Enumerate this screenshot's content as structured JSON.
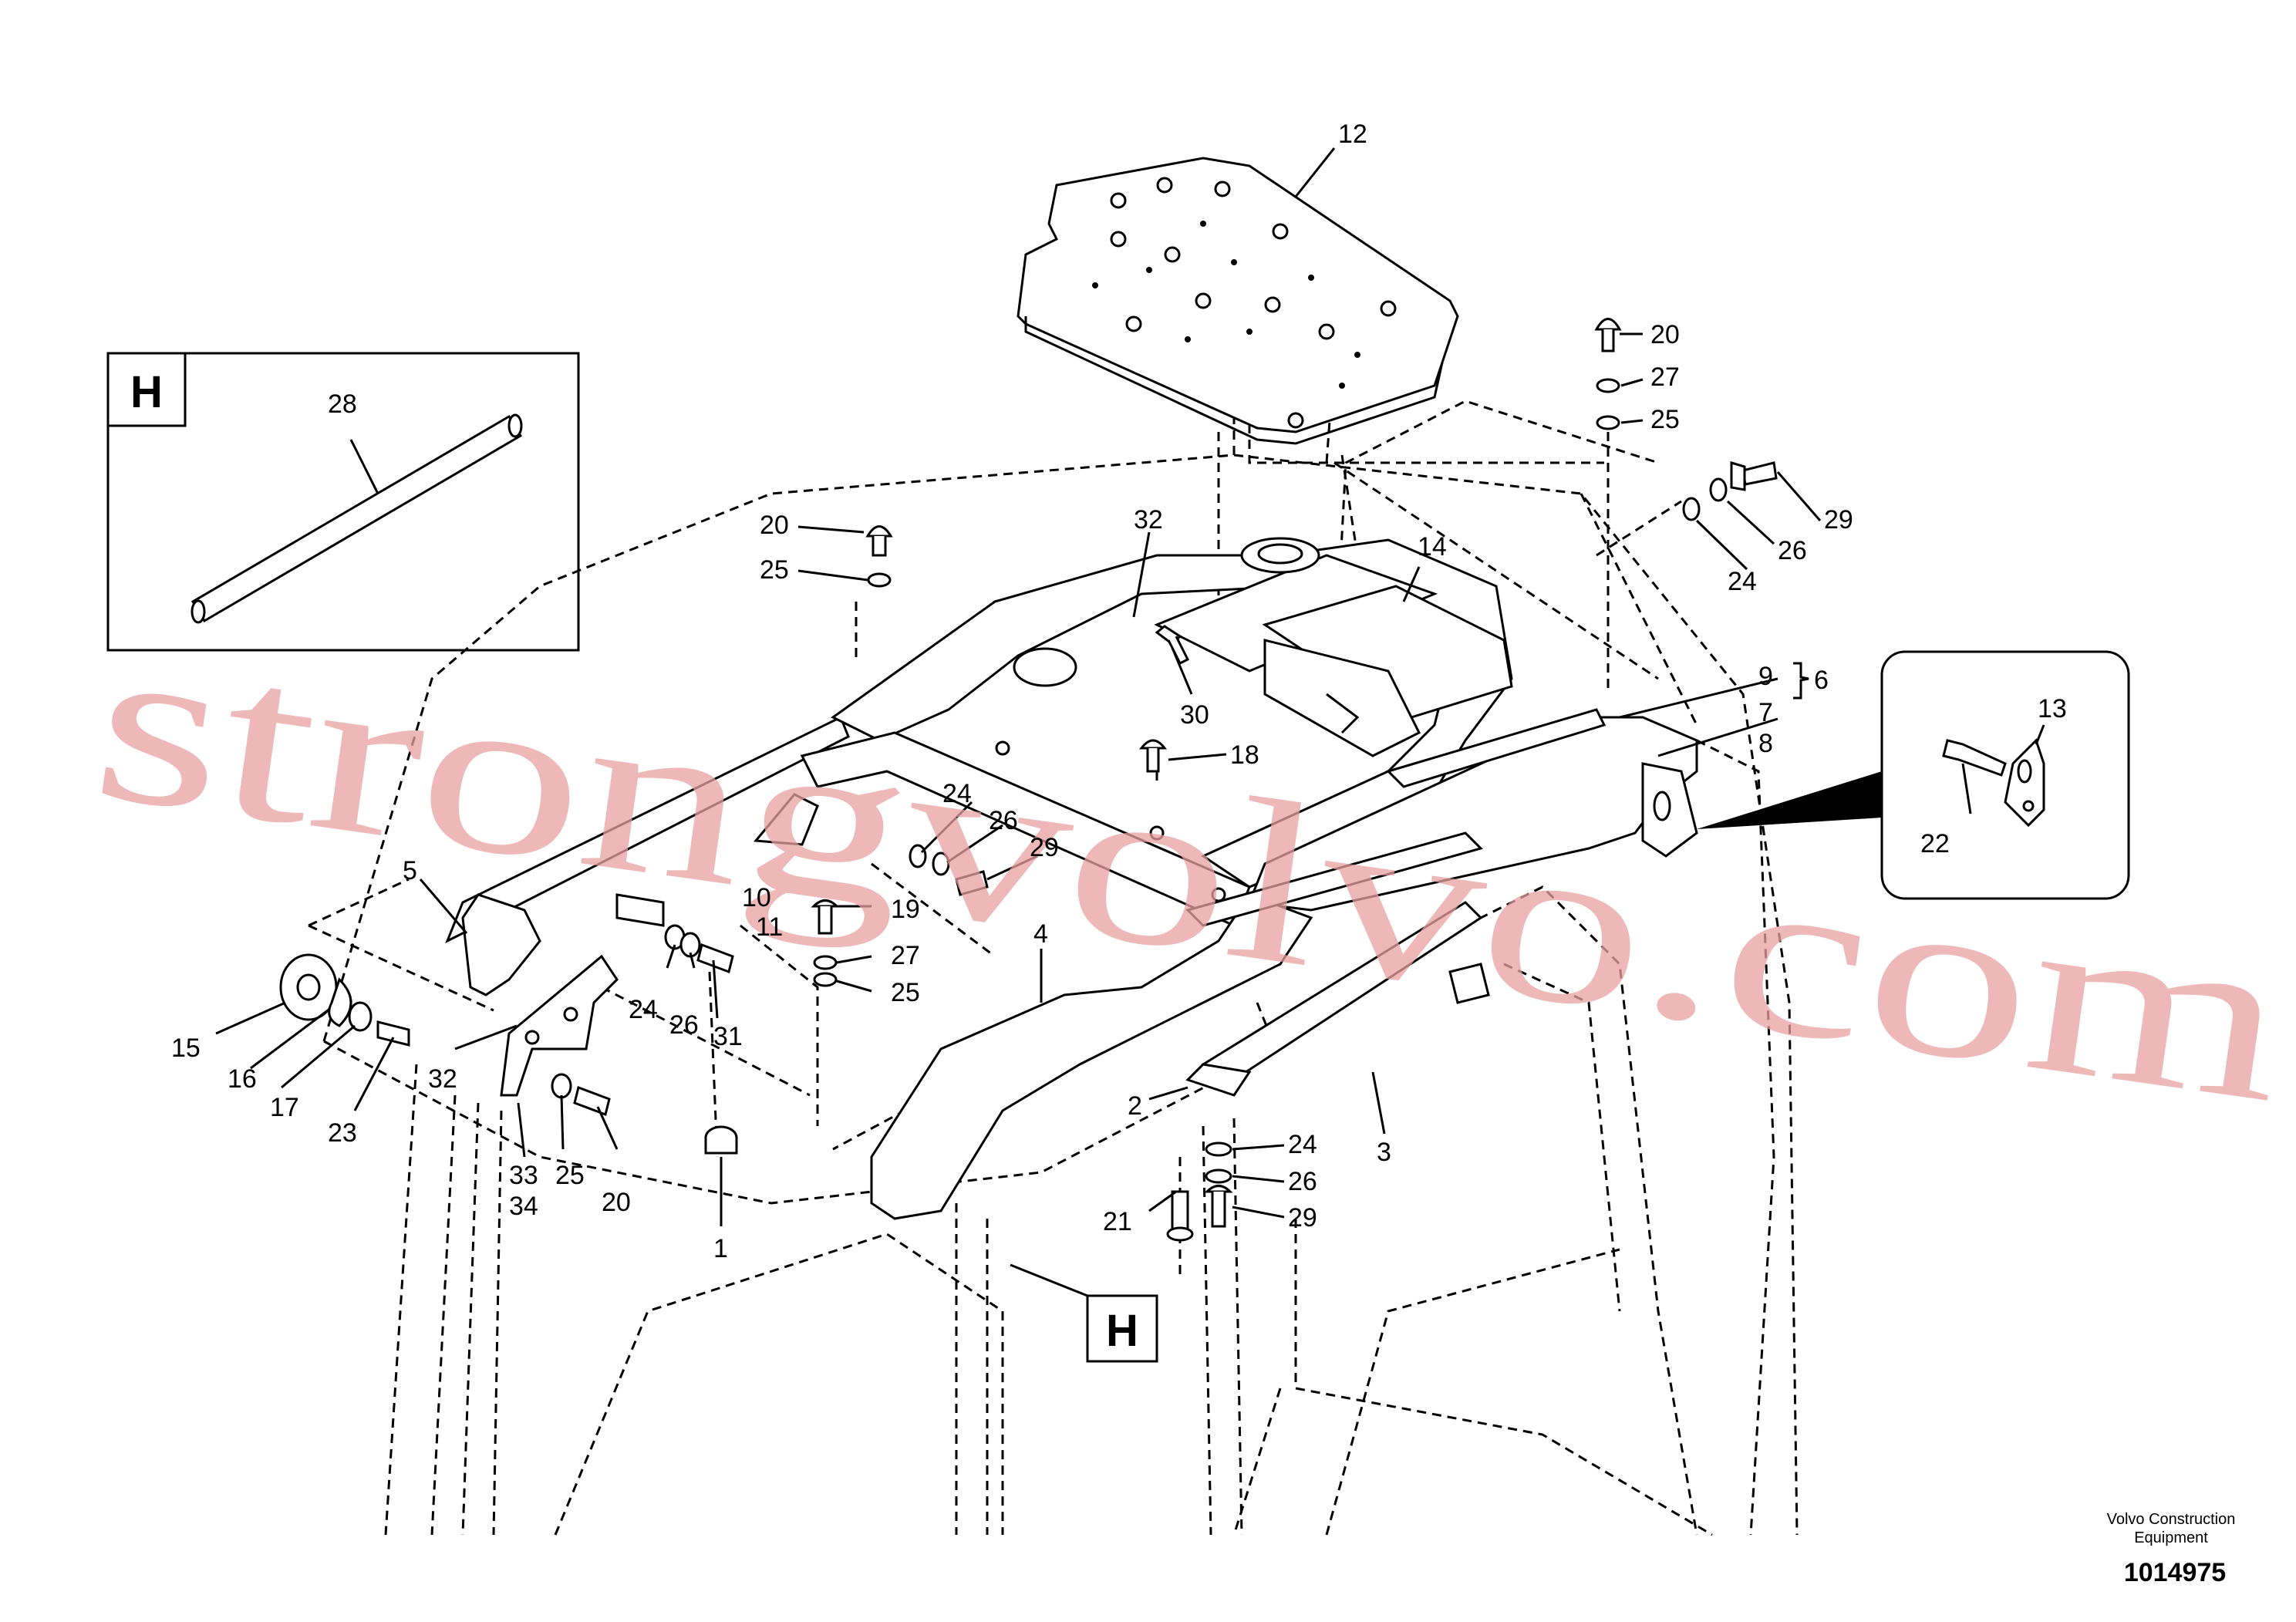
{
  "labels": {
    "l12": "12",
    "l20a": "20",
    "l27a": "27",
    "l25a": "25",
    "l29a": "29",
    "l26a": "26",
    "l24a": "24",
    "l28": "28",
    "l20b": "20",
    "l25b": "25",
    "l32a": "32",
    "l14": "14",
    "l30": "30",
    "l18": "18",
    "l9": "9",
    "l6": "6",
    "l7": "7",
    "l8": "8",
    "l13": "13",
    "l22": "22",
    "l24b": "24",
    "l26b": "26",
    "l29b": "29",
    "l5": "5",
    "l10": "10",
    "l11": "11",
    "l19": "19",
    "l27b": "27",
    "l25c": "25",
    "l4": "4",
    "l15": "15",
    "l16": "16",
    "l17": "17",
    "l23": "23",
    "l24c": "24",
    "l26c": "26",
    "l31": "31",
    "l32b": "32",
    "l33": "33",
    "l34": "34",
    "l25d": "25",
    "l20c": "20",
    "l1": "1",
    "l2": "2",
    "l3": "3",
    "l24d": "24",
    "l26d": "26",
    "l29c": "29",
    "l21": "21"
  },
  "detail_box_letter": "H",
  "detail_ref_letter": "H",
  "watermark": "strongvolvo.com",
  "brand_line1": "Volvo Construction",
  "brand_line2": "Equipment",
  "drawing_number": "1014975"
}
